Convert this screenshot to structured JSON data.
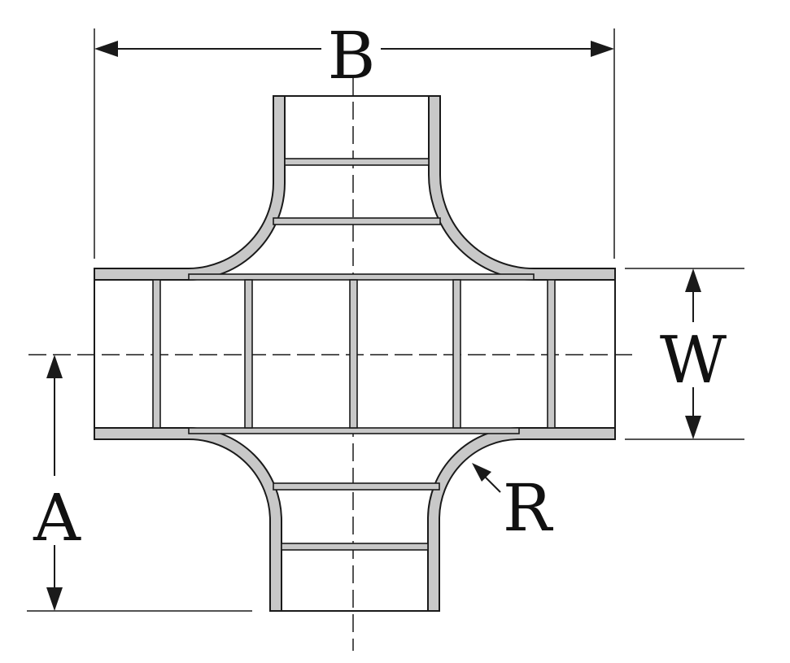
{
  "diagram": {
    "labels": {
      "B": "B",
      "W": "W",
      "A": "A",
      "R": "R"
    },
    "colors": {
      "rail_fill": "#c8c8c8",
      "stroke": "#1a1a1a",
      "background": "#ffffff"
    }
  }
}
